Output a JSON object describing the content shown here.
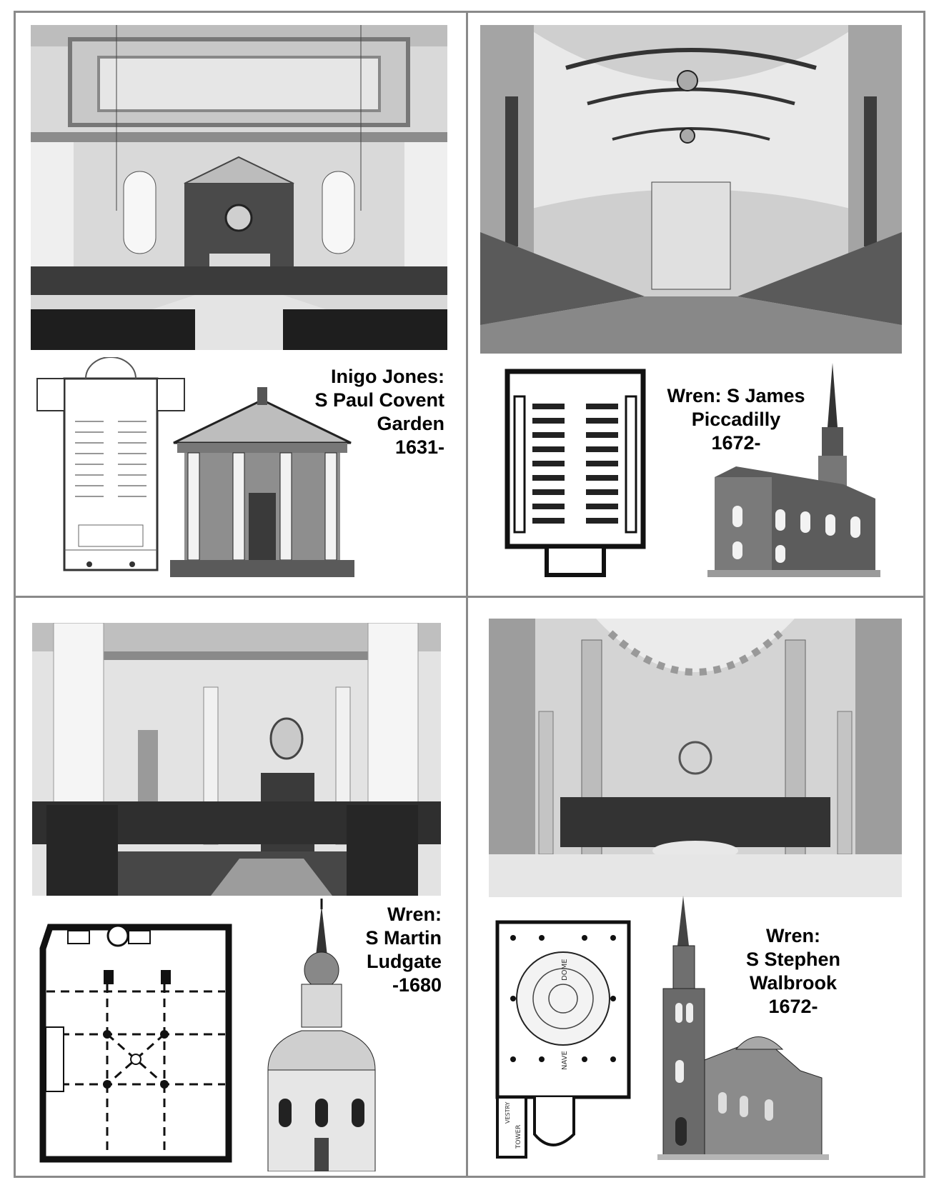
{
  "panels": [
    {
      "id": "s-paul-covent-garden",
      "caption": [
        "Inigo Jones:",
        "S Paul Covent",
        "Garden",
        "1631-"
      ],
      "images": [
        "interior-photo",
        "floor-plan",
        "west-portico-elevation"
      ]
    },
    {
      "id": "s-james-piccadilly",
      "caption": [
        "Wren: S James",
        "Piccadilly",
        "1672-"
      ],
      "images": [
        "interior-engraving",
        "floor-plan",
        "exterior-view-with-spire"
      ]
    },
    {
      "id": "s-martin-ludgate",
      "caption": [
        "Wren:",
        "S Martin",
        "Ludgate",
        "-1680"
      ],
      "images": [
        "interior-photo",
        "floor-plan",
        "spire-elevation"
      ]
    },
    {
      "id": "s-stephen-walbrook",
      "caption": [
        "Wren:",
        "S Stephen",
        "Walbrook",
        "1672-"
      ],
      "images": [
        "interior-photo",
        "floor-plan",
        "exterior-view-with-tower"
      ]
    }
  ],
  "plan_labels": {
    "s_stephen_walbrook": [
      "NAVE",
      "DOME",
      "TOWER",
      "VESTRY"
    ]
  },
  "colors": {
    "frame": "#8a8a8a",
    "text": "#000000",
    "background": "#ffffff"
  }
}
